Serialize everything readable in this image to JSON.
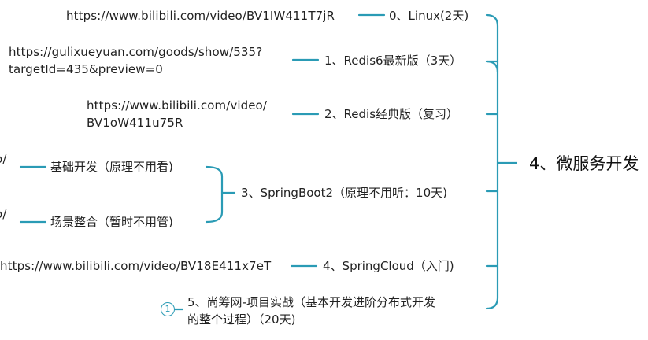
{
  "root": {
    "label": "4、微服务开发"
  },
  "branches": [
    {
      "label": "0、Linux(2天)",
      "link": "https://www.bilibili.com/video/BV1IW411T7jR"
    },
    {
      "label": "1、Redis6最新版（3天）",
      "link_line1": "https://gulixueyuan.com/goods/show/535?",
      "link_line2": "targetId=435&preview=0"
    },
    {
      "label": "2、Redis经典版（复习）",
      "link_line1": "https://www.bilibili.com/video/",
      "link_line2": "BV1oW411u75R"
    },
    {
      "label": "3、SpringBoot2（原理不用听：10天)",
      "children": [
        {
          "label": "基础开发（原理不用看)",
          "link_fragment": "o/"
        },
        {
          "label": "场景整合（暂时不用管)",
          "link_fragment": "o/"
        }
      ]
    },
    {
      "label": "4、SpringCloud（入门)",
      "link": "https://www.bilibili.com/video/BV18E411x7eT"
    },
    {
      "label_line1": "5、尚筹网-项目实战（基本开发进阶分布式开发",
      "label_line2": "的整个过程）（20天)",
      "badge": "1"
    }
  ],
  "colors": {
    "connector": "#2a9bb5",
    "text": "#222222"
  }
}
